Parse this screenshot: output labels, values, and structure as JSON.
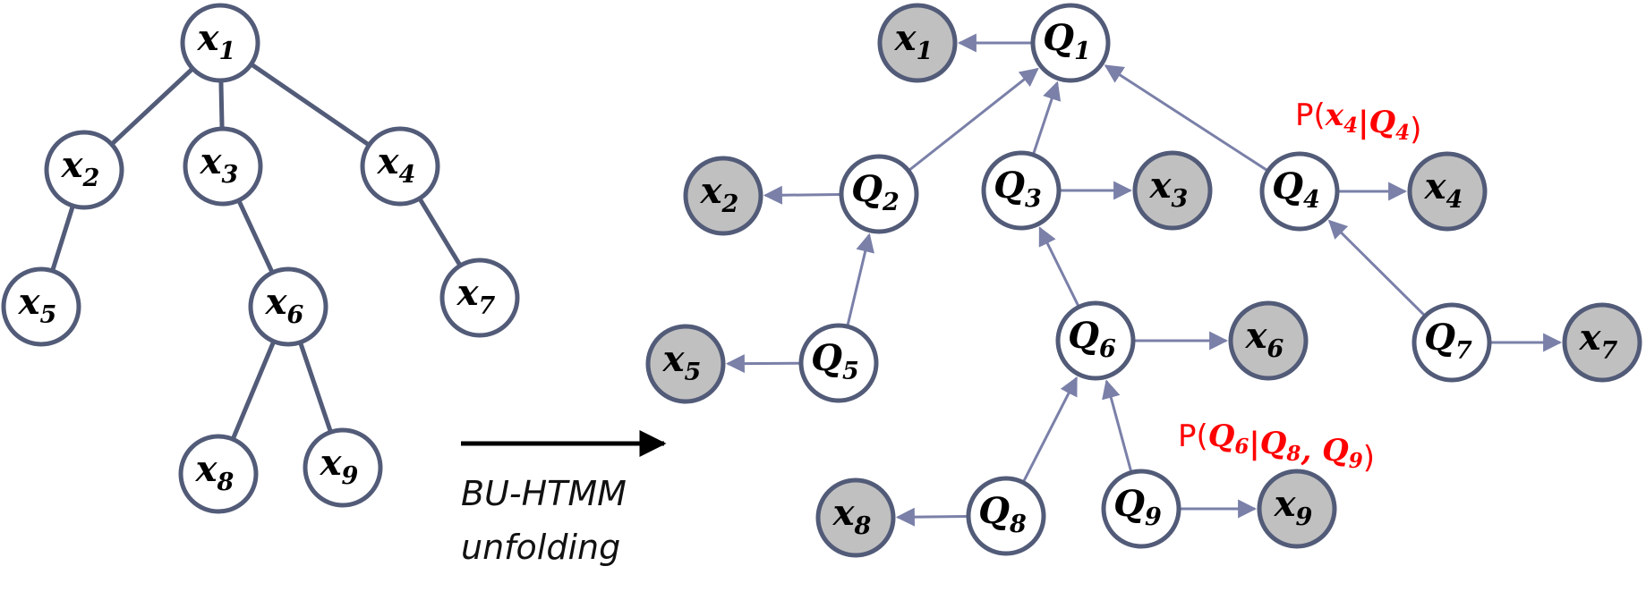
{
  "left_tree": {
    "nodes": [
      {
        "id": "x1",
        "base": "x",
        "sub": "1"
      },
      {
        "id": "x2",
        "base": "x",
        "sub": "2"
      },
      {
        "id": "x3",
        "base": "x",
        "sub": "3"
      },
      {
        "id": "x4",
        "base": "x",
        "sub": "4"
      },
      {
        "id": "x5",
        "base": "x",
        "sub": "5"
      },
      {
        "id": "x6",
        "base": "x",
        "sub": "6"
      },
      {
        "id": "x7",
        "base": "x",
        "sub": "7"
      },
      {
        "id": "x8",
        "base": "x",
        "sub": "8"
      },
      {
        "id": "x9",
        "base": "x",
        "sub": "9"
      }
    ],
    "edges": [
      [
        "x1",
        "x2"
      ],
      [
        "x1",
        "x3"
      ],
      [
        "x1",
        "x4"
      ],
      [
        "x2",
        "x5"
      ],
      [
        "x3",
        "x6"
      ],
      [
        "x4",
        "x7"
      ],
      [
        "x6",
        "x8"
      ],
      [
        "x6",
        "x9"
      ]
    ]
  },
  "transform": {
    "caption_line1": "BU-HTMM",
    "caption_line2": "unfolding"
  },
  "unfolded_graph": {
    "hidden_nodes": [
      {
        "id": "Q1",
        "base": "Q",
        "sub": "1"
      },
      {
        "id": "Q2",
        "base": "Q",
        "sub": "2"
      },
      {
        "id": "Q3",
        "base": "Q",
        "sub": "3"
      },
      {
        "id": "Q4",
        "base": "Q",
        "sub": "4"
      },
      {
        "id": "Q5",
        "base": "Q",
        "sub": "5"
      },
      {
        "id": "Q6",
        "base": "Q",
        "sub": "6"
      },
      {
        "id": "Q7",
        "base": "Q",
        "sub": "7"
      },
      {
        "id": "Q8",
        "base": "Q",
        "sub": "8"
      },
      {
        "id": "Q9",
        "base": "Q",
        "sub": "9"
      }
    ],
    "observed_nodes": [
      {
        "id": "ox1",
        "base": "x",
        "sub": "1"
      },
      {
        "id": "ox2",
        "base": "x",
        "sub": "2"
      },
      {
        "id": "ox3",
        "base": "x",
        "sub": "3"
      },
      {
        "id": "ox4",
        "base": "x",
        "sub": "4"
      },
      {
        "id": "ox5",
        "base": "x",
        "sub": "5"
      },
      {
        "id": "ox6",
        "base": "x",
        "sub": "6"
      },
      {
        "id": "ox7",
        "base": "x",
        "sub": "7"
      },
      {
        "id": "ox8",
        "base": "x",
        "sub": "8"
      },
      {
        "id": "ox9",
        "base": "x",
        "sub": "9"
      }
    ],
    "edges": [
      [
        "Q1",
        "ox1"
      ],
      [
        "Q2",
        "Q1"
      ],
      [
        "Q3",
        "Q1"
      ],
      [
        "Q4",
        "Q1"
      ],
      [
        "Q2",
        "ox2"
      ],
      [
        "Q3",
        "ox3"
      ],
      [
        "Q4",
        "ox4"
      ],
      [
        "Q5",
        "Q2"
      ],
      [
        "Q5",
        "ox5"
      ],
      [
        "Q6",
        "Q3"
      ],
      [
        "Q6",
        "ox6"
      ],
      [
        "Q7",
        "Q4"
      ],
      [
        "Q7",
        "ox7"
      ],
      [
        "Q8",
        "Q6"
      ],
      [
        "Q8",
        "ox8"
      ],
      [
        "Q9",
        "Q6"
      ],
      [
        "Q9",
        "ox9"
      ]
    ],
    "annotations": [
      {
        "id": "emission",
        "prefix": "P(",
        "parts": [
          [
            "x",
            "4"
          ],
          [
            "|Q",
            "4"
          ]
        ],
        "suffix": ")"
      },
      {
        "id": "transition",
        "prefix": "P(",
        "parts": [
          [
            "Q",
            "6"
          ],
          [
            "|Q",
            "8"
          ],
          [
            ", Q",
            "9"
          ]
        ],
        "suffix": ")"
      }
    ]
  },
  "colors": {
    "node_stroke": "#525b78",
    "edge_color": "#7a80a8",
    "observed_fill": "#c0c0c0",
    "formula_color": "#ff0000"
  }
}
